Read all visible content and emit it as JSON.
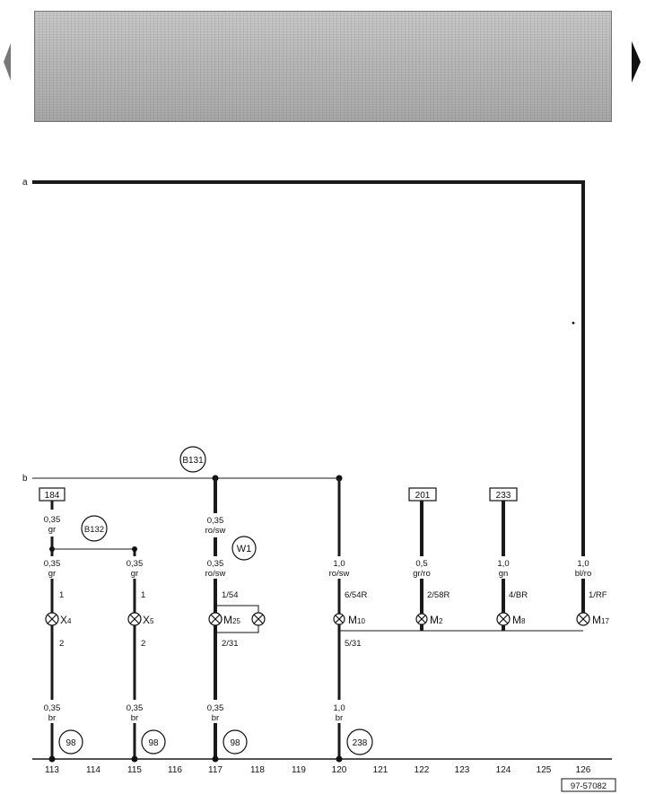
{
  "rails": {
    "a": "a",
    "b": "b"
  },
  "refs": {
    "r184": "184",
    "r201": "201",
    "r233": "233"
  },
  "circles": {
    "b131": "B131",
    "b132": "B132",
    "w1": "W1",
    "g98a": "98",
    "g98b": "98",
    "g98c": "98",
    "g238": "238"
  },
  "wires": {
    "w113top": [
      "0,35",
      "gr"
    ],
    "w113mid": [
      "0,35",
      "gr"
    ],
    "w113bot": [
      "0,35",
      "br"
    ],
    "w115mid": [
      "0,35",
      "gr"
    ],
    "w115bot": [
      "0,35",
      "br"
    ],
    "w117top": [
      "0,35",
      "ro/sw"
    ],
    "w117mid": [
      "0,35",
      "ro/sw"
    ],
    "w117bot": [
      "0,35",
      "br"
    ],
    "w120mid": [
      "1,0",
      "ro/sw"
    ],
    "w120bot": [
      "1,0",
      "br"
    ],
    "w122": [
      "0,5",
      "gr/ro"
    ],
    "w124": [
      "1,0",
      "gn"
    ],
    "w126": [
      "1,0",
      "bl/ro"
    ]
  },
  "pins": {
    "p113a": "1",
    "p113b": "2",
    "p115a": "1",
    "p115b": "2",
    "p117a": "1/54",
    "p117b": "2/31",
    "p120a": "6/54R",
    "p120b": "5/31",
    "p122": "2/58R",
    "p124": "4/BR",
    "p126": "1/RF"
  },
  "components": {
    "x4": "X",
    "x4s": "4",
    "x5": "X",
    "x5s": "5",
    "m25": "M",
    "m25s": "25",
    "m10": "M",
    "m10s": "10",
    "m2": "M",
    "m2s": "2",
    "m8": "M",
    "m8s": "8",
    "m17": "M",
    "m17s": "17"
  },
  "columns": [
    "113",
    "114",
    "115",
    "116",
    "117",
    "118",
    "119",
    "120",
    "121",
    "122",
    "123",
    "124",
    "125",
    "126"
  ],
  "drawing_no": "97-57082"
}
